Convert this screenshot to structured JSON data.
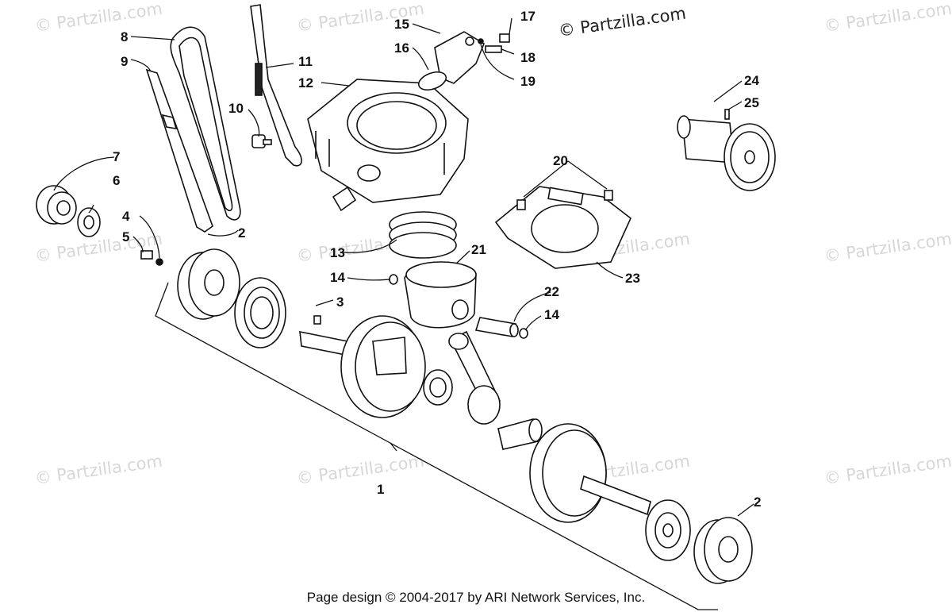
{
  "watermark": "© Partzilla.com",
  "copyright_stamp": "© Partzilla.com",
  "footer": "Page design © 2004-2017 by ARI Network Services, Inc.",
  "callouts": {
    "c1": "1",
    "c2a": "2",
    "c2b": "2",
    "c3": "3",
    "c4": "4",
    "c5": "5",
    "c6": "6",
    "c7": "7",
    "c8": "8",
    "c9": "9",
    "c10": "10",
    "c11": "11",
    "c12": "12",
    "c13": "13",
    "c14a": "14",
    "c14b": "14",
    "c15": "15",
    "c16": "16",
    "c17": "17",
    "c18": "18",
    "c19": "19",
    "c20": "20",
    "c21": "21",
    "c22": "22",
    "c23": "23",
    "c24": "24",
    "c25": "25"
  }
}
